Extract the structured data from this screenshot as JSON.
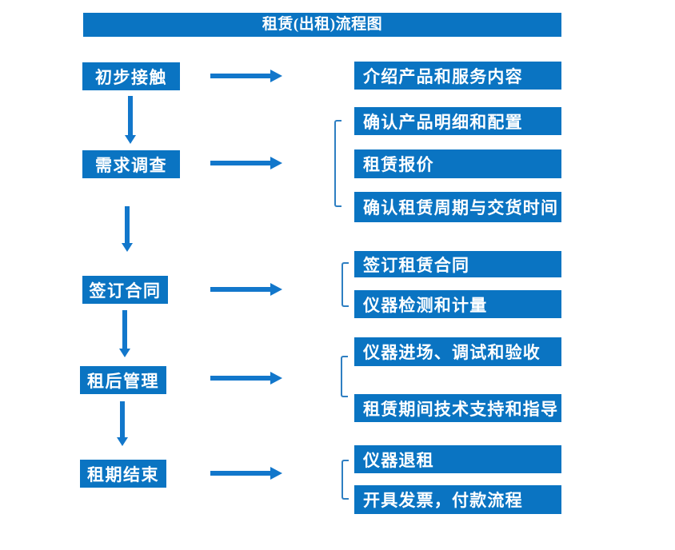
{
  "title": "租赁(出租)流程图",
  "colors": {
    "box_blue": "#0a74c2",
    "arrow_blue": "#1277cb",
    "bracket_blue": "#2e7fc2",
    "text_white": "#ffffff",
    "background": "#ffffff"
  },
  "stages": [
    {
      "label": "初步接触",
      "details": [
        "介绍产品和服务内容"
      ]
    },
    {
      "label": "需求调查",
      "details": [
        "确认产品明细和配置",
        "租赁报价",
        "确认租赁周期与交货时间"
      ]
    },
    {
      "label": "签订合同",
      "details": [
        "签订租赁合同",
        "仪器检测和计量"
      ]
    },
    {
      "label": "租后管理",
      "details": [
        "仪器进场、调试和验收",
        "租赁期间技术支持和指导"
      ]
    },
    {
      "label": "租期结束",
      "details": [
        "仪器退租",
        "开具发票，付款流程"
      ]
    }
  ]
}
